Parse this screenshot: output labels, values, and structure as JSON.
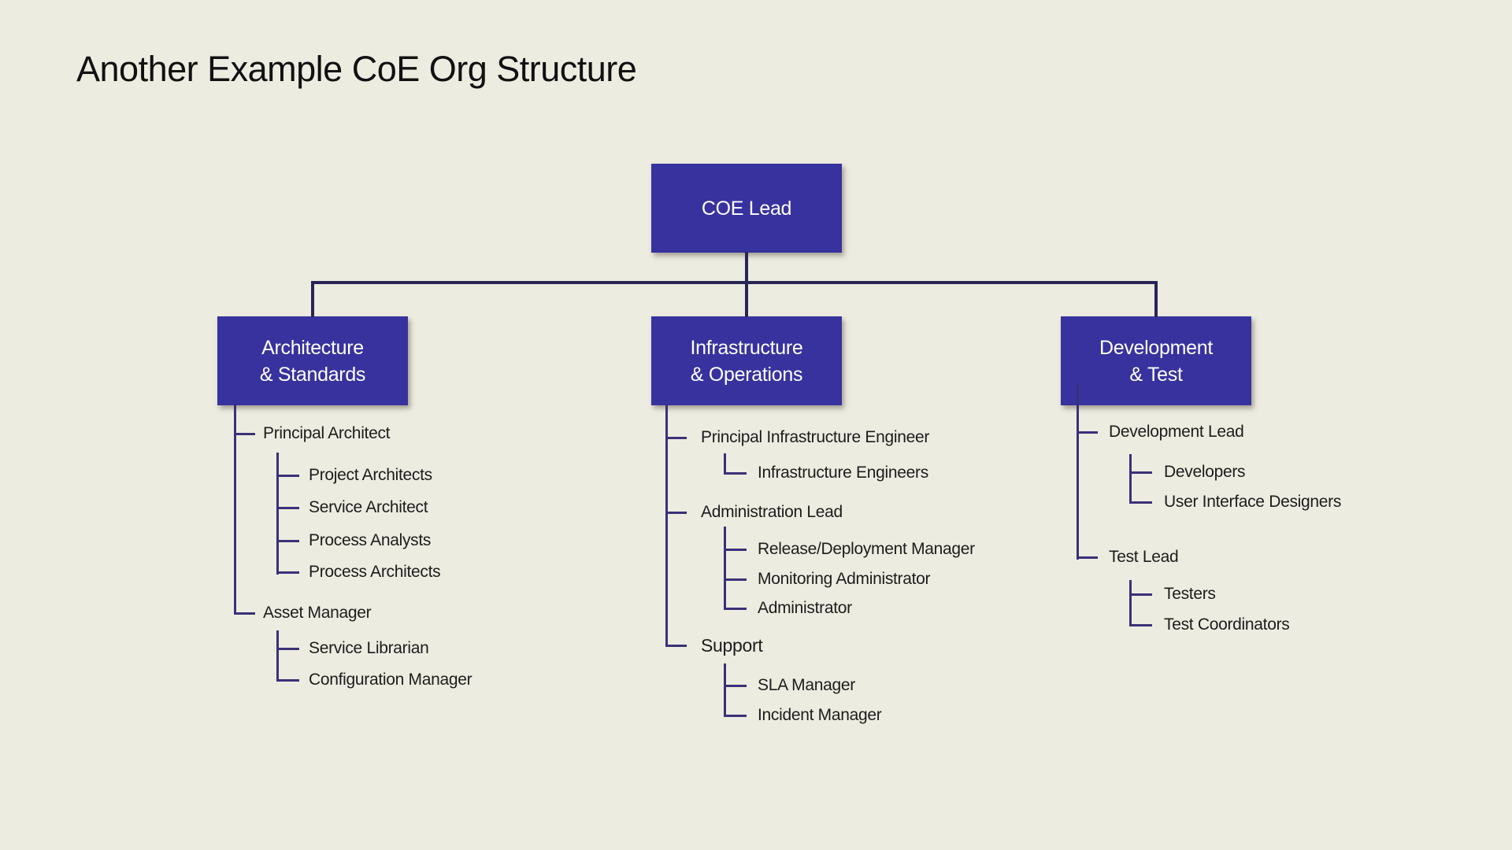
{
  "slide": {
    "title": "Another Example CoE Org Structure",
    "colors": {
      "background": "#EDECE1",
      "box_fill": "#38329E",
      "box_text": "#FFFFFF",
      "connector": "#292556",
      "tree_line": "#3A3178",
      "label_text": "#1C1C1C"
    }
  },
  "org": {
    "root": {
      "label": "COE Lead"
    },
    "architecture": {
      "box_line1": "Architecture",
      "box_line2": "& Standards",
      "groups": [
        {
          "label": "Principal Architect",
          "children": [
            "Project Architects",
            "Service Architect",
            "Process Analysts",
            "Process Architects"
          ]
        },
        {
          "label": "Asset Manager",
          "children": [
            "Service Librarian",
            "Configuration Manager"
          ]
        }
      ]
    },
    "infrastructure": {
      "box_line1": "Infrastructure",
      "box_line2": "& Operations",
      "groups": [
        {
          "label": "Principal Infrastructure Engineer",
          "children": [
            "Infrastructure Engineers"
          ]
        },
        {
          "label": "Administration Lead",
          "children": [
            "Release/Deployment Manager",
            "Monitoring Administrator",
            "Administrator"
          ]
        },
        {
          "label": "Support",
          "children": [
            "SLA Manager",
            "Incident Manager"
          ]
        }
      ]
    },
    "development": {
      "box_line1": "Development",
      "box_line2": "& Test",
      "groups": [
        {
          "label": "Development Lead",
          "children": [
            "Developers",
            "User Interface Designers"
          ]
        },
        {
          "label": "Test Lead",
          "children": [
            "Testers",
            "Test Coordinators"
          ]
        }
      ]
    }
  }
}
